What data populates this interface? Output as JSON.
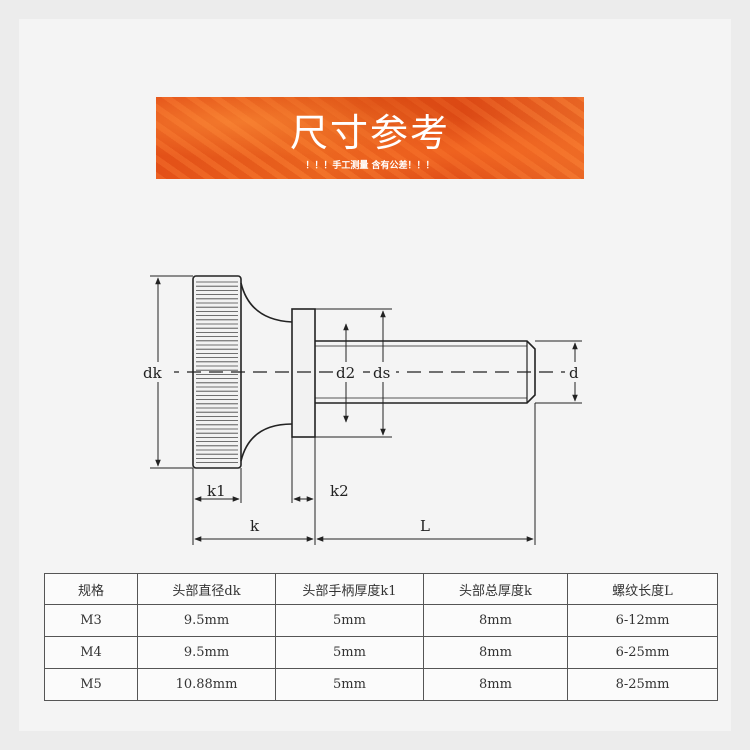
{
  "banner": {
    "title": "尺寸参考",
    "subtitle": "！！！手工测量 含有公差！！！"
  },
  "drawing": {
    "labels": {
      "dk": "dk",
      "d2": "d2",
      "ds": "ds",
      "d": "d",
      "k1": "k1",
      "k2": "k2",
      "k": "k",
      "L": "L"
    }
  },
  "table": {
    "headers": [
      "规格",
      "头部直径dk",
      "头部手柄厚度k1",
      "头部总厚度k",
      "螺纹长度L"
    ],
    "rows": [
      [
        "M3",
        "9.5mm",
        "5mm",
        "8mm",
        "6-12mm"
      ],
      [
        "M4",
        "9.5mm",
        "5mm",
        "8mm",
        "6-25mm"
      ],
      [
        "M5",
        "10.88mm",
        "5mm",
        "8mm",
        "8-25mm"
      ]
    ]
  }
}
